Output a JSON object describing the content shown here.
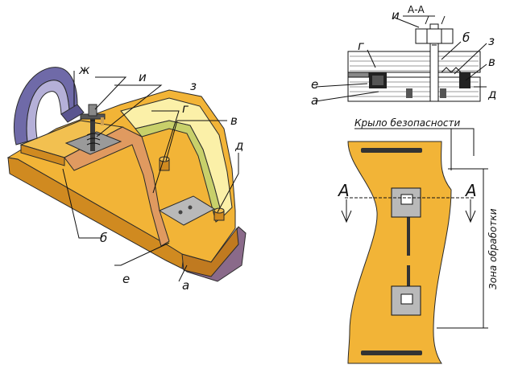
{
  "labels": {
    "zh": "ж",
    "i_left": "и",
    "z_left": "з",
    "g_left": "г",
    "v_left": "в",
    "d_left": "д",
    "b_left": "б",
    "e_left": "е",
    "a_left": "а"
  },
  "section": {
    "title": "А-А",
    "i": "и",
    "b": "б",
    "z": "з",
    "g": "г",
    "v": "в",
    "e": "е",
    "d": "д",
    "a": "а"
  },
  "plan": {
    "wing_label": "Крыло безопасности",
    "zone_label": "Зона обработки",
    "cut_left": "А",
    "cut_right": "А"
  },
  "colors": {
    "wood": "#f2b437",
    "wood_dark": "#d08a20",
    "strip_light": "#fbf0a8",
    "strip_green": "#c8d06a",
    "handle": "#6f6aa8",
    "handle_light": "#b5b0d8",
    "base_purple": "#8a6a8a",
    "plate": "#b9b9b9",
    "guide": "#e6d0b0"
  }
}
